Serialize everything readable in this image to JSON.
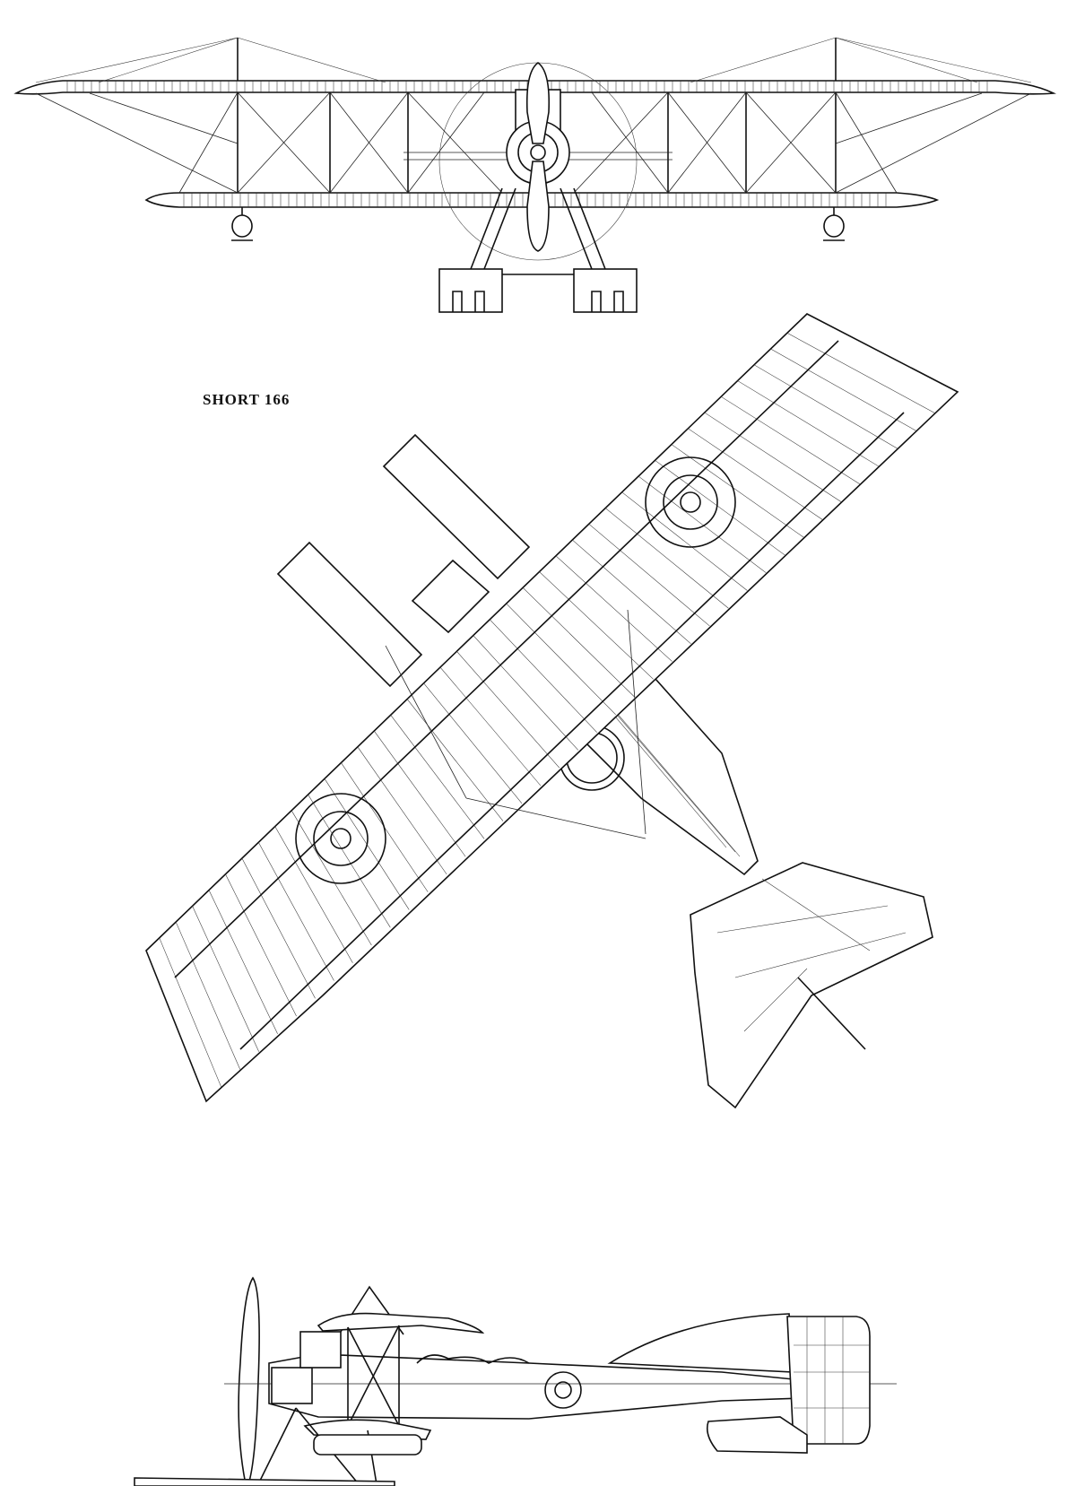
{
  "drawing": {
    "title": "SHORT 166",
    "views": [
      "front-view",
      "plan-view",
      "side-view"
    ]
  },
  "colors": {
    "ink": "#111111",
    "paper": "#ffffff"
  }
}
